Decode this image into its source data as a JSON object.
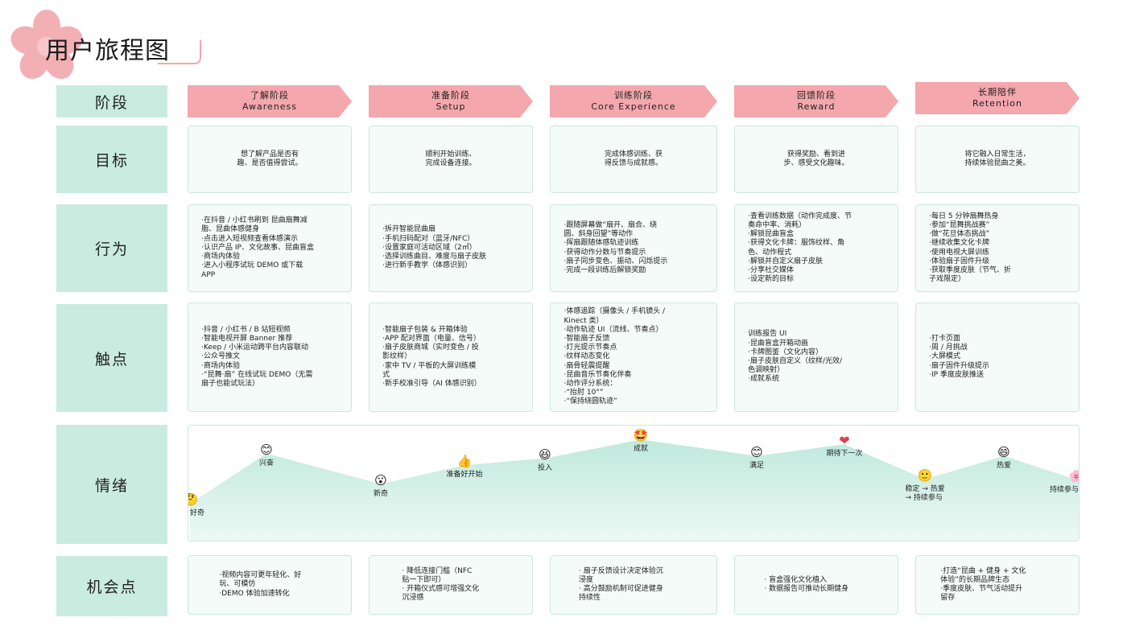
{
  "header": {
    "title": "用户旅程图"
  },
  "rows": {
    "stage": "阶段",
    "goal": "目标",
    "behavior": "行为",
    "touchpoint": "触点",
    "emotion": "情绪",
    "opportunity": "机会点"
  },
  "stages": [
    {
      "zh": "了解阶段",
      "en": "Awareness"
    },
    {
      "zh": "准备阶段",
      "en": "Setup"
    },
    {
      "zh": "训练阶段",
      "en": "Core Experience"
    },
    {
      "zh": "回馈阶段",
      "en": "Reward"
    },
    {
      "zh": "长期陪伴",
      "en": "Retention"
    }
  ],
  "goals": [
    [
      "想了解产品是否有",
      "趣、是否值得尝试。"
    ],
    [
      "顺利开始训练、",
      "完成设备连接。"
    ],
    [
      "完成体感训练、获",
      "得反馈与成就感。"
    ],
    [
      "获得奖励、看到进",
      "步、感受文化趣味。"
    ],
    [
      "将它融入日常生活，",
      "持续体验昆曲之美。"
    ]
  ],
  "behaviors": [
    [
      "·在抖音 / 小红书刷到 昆曲扇舞减",
      "脂、昆曲体感健身",
      "·点击进入短视频查看体感演示",
      "·认识产品 IP、文化故事、昆曲盲盒",
      "·商场内体验",
      "·进入小程序试玩 DEMO 或下载",
      "APP"
    ],
    [
      "·拆开智能昆曲扇",
      "·手机扫码配对（蓝牙/NFC）",
      "·设置家庭可活动区域（2㎡）",
      "·选择训练曲目、难度与扇子皮肤",
      "·进行新手教学（体感识别）"
    ],
    [
      "·跟随屏幕做“扇开、扇合、绕",
      "圆、斜身回望”等动作",
      "·挥扇跟随体感轨迹训练",
      "·获得动作分数与节奏提示",
      "·扇子同步变色、振动、闪烁提示",
      "·完成一段训练后解锁奖励"
    ],
    [
      "·查看训练数据（动作完成度、节",
      "奏命中率、消耗）",
      "·解锁昆曲盲盒",
      "·获得文化卡牌：服饰纹样、角",
      "色、动作程式",
      "·解锁并自定义扇子皮肤",
      "·分享社交媒体",
      "·设定新的目标"
    ],
    [
      "·每日 5 分钟扇舞热身",
      "·参加“昆舞挑战赛”",
      "·做“花旦体态挑战”",
      "·继续收集文化卡牌",
      "·使用电视大屏训练",
      "·体验扇子固件升级",
      "·获取季度皮肤（节气、折",
      "子戏限定）"
    ]
  ],
  "touchpoints": [
    [
      "·抖音 / 小红书 / B 站短视频",
      "·智能电视开屏 Banner 推荐",
      "·Keep / 小米运动跨平台内容联动",
      "·公众号推文",
      "·商场内体验",
      "·“昆舞·扇” 在线试玩 DEMO（无需",
      "扇子也能试玩法）"
    ],
    [
      "·智能扇子包装 & 开箱体验",
      "·APP 配对界面（电量、信号）",
      "·扇子皮肤商城（实时变色 / 投",
      "影纹样）",
      "·家中 TV / 平板的大屏训练模",
      "式",
      "·新手校准引导（AI 体感识别）"
    ],
    [
      "·体感追踪（摄像头 / 手机镜头 /",
      "Kinect 类）",
      "·动作轨迹 UI（流线、节奏点）",
      "·智能扇子反馈",
      "·灯光提示节奏点",
      "·纹样动态变化",
      "·扇骨轻震提醒",
      "·昆曲音乐节奏化伴奏",
      "·动作评分系统：",
      "·“抬肘 10°”",
      "·“保持绕圆轨迹”"
    ],
    [
      "训练报告 UI",
      "·昆曲盲盒开箱动画",
      "·卡牌图鉴（文化内容）",
      "·扇子皮肤自定义（纹样/光效/",
      "色调映射）",
      "·成就系统"
    ],
    [
      "·打卡页面",
      "·周 / 月挑战",
      "·大屏模式",
      "·扇子固件升级提示",
      "·IP 季度皮肤推送"
    ]
  ],
  "opportunities": [
    [
      "·视频内容可更年轻化、好",
      "玩、可模仿",
      "·DEMO 体验加速转化"
    ],
    [
      "· 降低连接门槛（NFC",
      "贴一下即可）",
      "· 开箱仪式感可增强文化",
      "沉浸感"
    ],
    [
      "· 扇子反馈设计决定体验沉",
      "浸度",
      "· 高分鼓励机制可促进健身",
      "持续性"
    ],
    [
      "· 盲盒强化文化植入",
      "· 数据报告可推动长期健身"
    ],
    [
      "·打造“昆曲 + 健身 + 文化",
      "体验”的长期品牌生态",
      "·季度皮肤、节气活动提升",
      "留存"
    ]
  ],
  "emotions": [
    {
      "icon": "thinking-face-icon",
      "glyph": "🤔",
      "label": [
        "好奇"
      ],
      "level": 0.33
    },
    {
      "icon": "smiling-face-icon",
      "glyph": "😊",
      "label": [
        "兴奋"
      ],
      "level": 0.76
    },
    {
      "icon": "surprised-face-icon",
      "glyph": "😮",
      "label": [
        "新奇"
      ],
      "level": 0.5
    },
    {
      "icon": "thumbs-up-icon",
      "glyph": "👍",
      "label": [
        "准备好开始"
      ],
      "level": 0.66
    },
    {
      "icon": "grinning-face-icon",
      "glyph": "😆",
      "label": [
        "投入"
      ],
      "level": 0.72
    },
    {
      "icon": "star-struck-face-icon",
      "glyph": "🤩",
      "label": [
        "成就"
      ],
      "level": 0.88
    },
    {
      "icon": "happy-face-icon",
      "glyph": "😊",
      "label": [
        "满足"
      ],
      "level": 0.74
    },
    {
      "icon": "heart-icon",
      "glyph": "❤",
      "label": [
        "期待下一次"
      ],
      "level": 0.84
    },
    {
      "icon": "calm-face-icon",
      "glyph": "🙂",
      "label": [
        "稳定 → 热爱",
        "→ 持续参与"
      ],
      "level": 0.54
    },
    {
      "icon": "joyful-face-icon",
      "glyph": "😄",
      "label": [
        "热爱"
      ],
      "level": 0.74
    },
    {
      "icon": "flower-icon",
      "glyph": "🌸",
      "label": [
        "持续参与"
      ],
      "level": 0.53
    }
  ],
  "colors": {
    "stage": "#f4a7ac",
    "label": "#c9ebe0",
    "cell_border": "#c9e8dd",
    "cell_bg": "#f4fbf8",
    "area": "#cfeee3"
  }
}
